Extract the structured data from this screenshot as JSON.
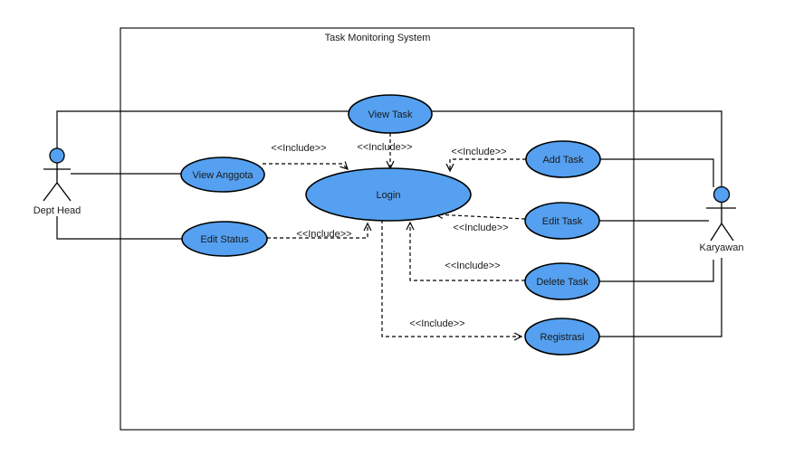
{
  "diagram": {
    "system": {
      "title": "Task Monitoring System"
    },
    "actors": {
      "left": {
        "name": "Dept Head"
      },
      "right": {
        "name": "Karyawan"
      }
    },
    "use_cases": {
      "view_task": "View Task",
      "view_anggota": "View Anggota",
      "edit_status": "Edit Status",
      "login": "Login",
      "add_task": "Add Task",
      "edit_task": "Edit Task",
      "delete_task": "Delete Task",
      "registrasi": "Registrasi"
    },
    "include_label": "<<Include>>",
    "relationships": {
      "associations": [
        {
          "from": "Dept Head",
          "to": "View Task"
        },
        {
          "from": "Dept Head",
          "to": "View Anggota"
        },
        {
          "from": "Dept Head",
          "to": "Edit Status"
        },
        {
          "from": "Karyawan",
          "to": "View Task"
        },
        {
          "from": "Karyawan",
          "to": "Add Task"
        },
        {
          "from": "Karyawan",
          "to": "Edit Task"
        },
        {
          "from": "Karyawan",
          "to": "Delete Task"
        },
        {
          "from": "Karyawan",
          "to": "Registrasi"
        }
      ],
      "includes": [
        {
          "from": "View Anggota",
          "to": "Login"
        },
        {
          "from": "View Task",
          "to": "Login"
        },
        {
          "from": "Add Task",
          "to": "Login"
        },
        {
          "from": "Edit Task",
          "to": "Login"
        },
        {
          "from": "Edit Status",
          "to": "Login"
        },
        {
          "from": "Delete Task",
          "to": "Login"
        },
        {
          "from": "Login",
          "to": "Registrasi"
        }
      ]
    },
    "colors": {
      "node_fill": "#55A0F0",
      "node_stroke": "#000000",
      "line": "#000000",
      "background": "#FFFFFF"
    }
  }
}
